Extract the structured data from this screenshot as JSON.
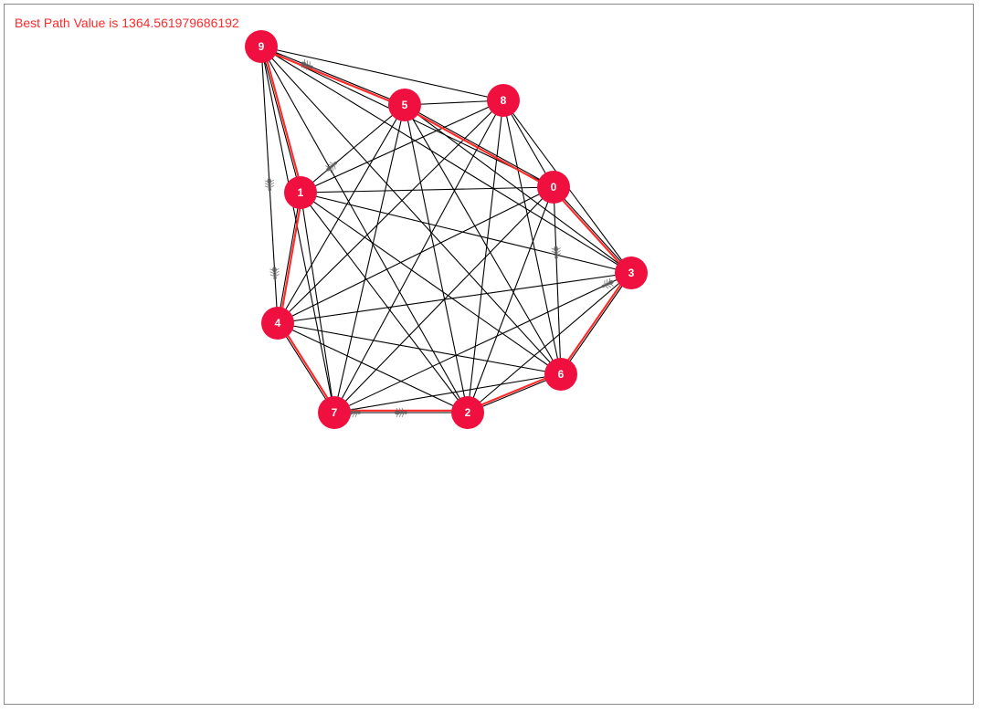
{
  "status": {
    "best_path_text": "Best Path Value is 1364.561979686192"
  },
  "colors": {
    "status_text": "#ff2a2a",
    "node_fill": "#f0103f",
    "node_label": "#ffffff",
    "edge": "#000000",
    "best_path": "#ff2a2a",
    "frame_border": "#8a8a8a",
    "ant": "#5a5a5a"
  },
  "graph": {
    "nodes": [
      {
        "id": "9",
        "label": "9"
      },
      {
        "id": "5",
        "label": "5"
      },
      {
        "id": "8",
        "label": "8"
      },
      {
        "id": "0",
        "label": "0"
      },
      {
        "id": "1",
        "label": "1"
      },
      {
        "id": "3",
        "label": "3"
      },
      {
        "id": "4",
        "label": "4"
      },
      {
        "id": "6",
        "label": "6"
      },
      {
        "id": "7",
        "label": "7"
      },
      {
        "id": "2",
        "label": "2"
      }
    ],
    "best_path": [
      "9",
      "5",
      "0",
      "3",
      "6",
      "2",
      "7",
      "4",
      "1",
      "9"
    ],
    "ant_icon": "ant-icon",
    "ant_count": 10
  }
}
